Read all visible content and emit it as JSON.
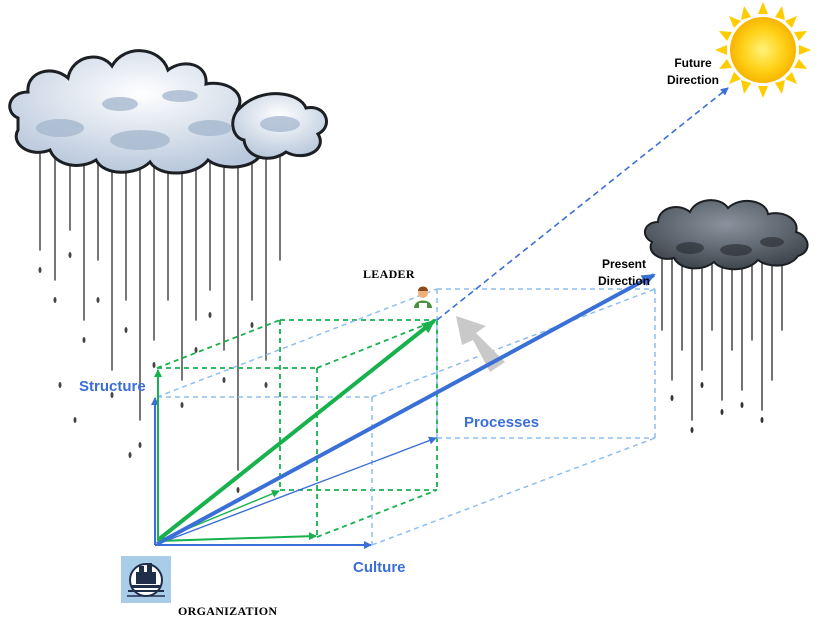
{
  "labels": {
    "future_direction": [
      "Future",
      "Direction"
    ],
    "present_direction": [
      "Present",
      "Direction"
    ],
    "leader": "LEADER",
    "structure": "Structure",
    "processes": "Processes",
    "culture": "Culture",
    "organization": "ORGANIZATION"
  },
  "colors": {
    "blue": "#3a6fd8",
    "light_blue": "#8fbef0",
    "green": "#17b14e",
    "gray_arrow": "#c9c9c9",
    "sun": "#ffd21a",
    "cloud_light": "#c7d3e3",
    "cloud_dark": "#5d6670"
  },
  "icons": [
    "sun-icon",
    "rain-cloud-icon",
    "storm-cloud-icon",
    "leader-person-icon",
    "organization-icon"
  ]
}
